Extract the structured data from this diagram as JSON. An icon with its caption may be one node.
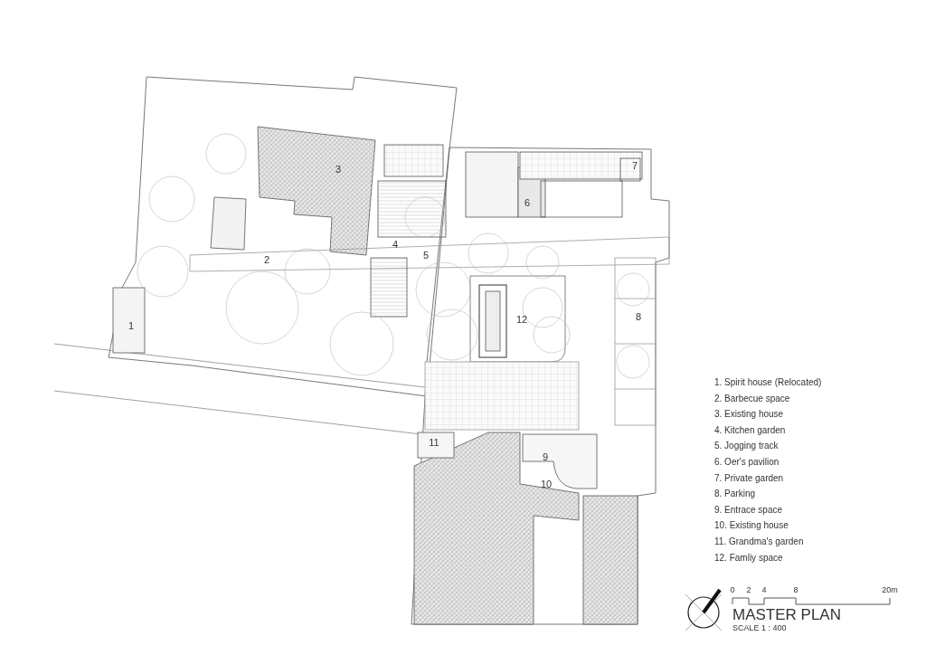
{
  "diagram": {
    "title": "MASTER PLAN",
    "caption": "SCALE 1 : 400",
    "labels": [
      "3",
      "7",
      "6",
      "4",
      "2",
      "5",
      "12",
      "8",
      "1",
      "11",
      "9",
      "10",
      "1. Spirit house (Relocated)",
      "2. Barbecue space",
      "3. Existing house",
      "4. Kitchen garden",
      "5. Jogging track",
      "6. Oer's pavilion",
      "7. Private garden",
      "8. Parking",
      "9. Entrace space",
      "10. Existing house",
      "11. Grandma's garden",
      "12. Famliy space",
      "0",
      "2",
      "4",
      "8",
      "20m"
    ]
  }
}
